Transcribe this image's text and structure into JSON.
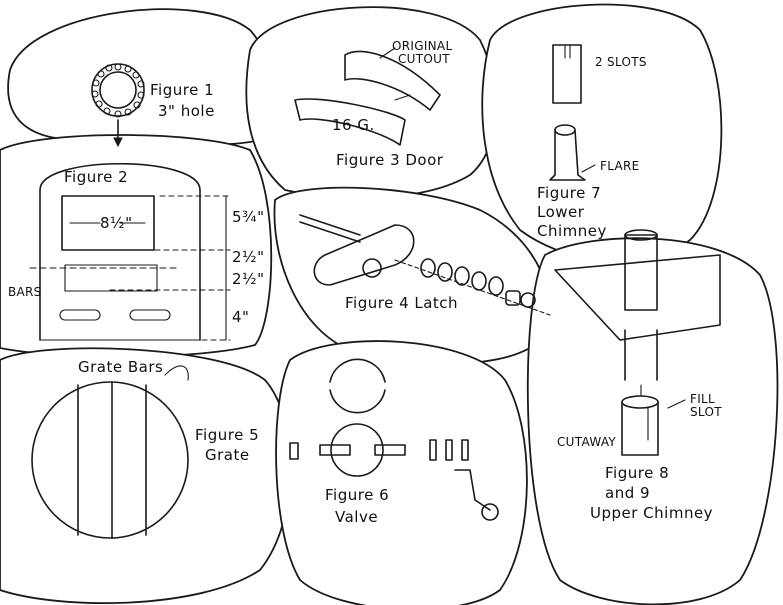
{
  "figures": {
    "fig1": {
      "title": "Figure 1",
      "sub": "3\" hole"
    },
    "fig2": {
      "title": "Figure 2",
      "dims": [
        "8½\"",
        "5¾\"",
        "2½\"",
        "2½\"",
        "4\""
      ],
      "bars": "BARS"
    },
    "fig3": {
      "title": "Figure 3  Door",
      "callout1": "ORIGINAL",
      "callout2": "CUTOUT",
      "gauge": "16 G."
    },
    "fig4": {
      "title": "Figure 4  Latch"
    },
    "fig5": {
      "title": "Figure 5",
      "sub": "Grate",
      "callout": "Grate Bars"
    },
    "fig6": {
      "title": "Figure 6",
      "sub": "Valve"
    },
    "fig7": {
      "title": "Figure 7",
      "sub1": "Lower",
      "sub2": "Chimney",
      "slots": "2 SLOTS",
      "flare": "FLARE"
    },
    "fig8": {
      "title": "Figure 8",
      "sub1": "and 9",
      "sub2": "Upper Chimney",
      "fill1": "FILL",
      "fill2": "SLOT",
      "cutaway": "CUTAWAY"
    }
  }
}
